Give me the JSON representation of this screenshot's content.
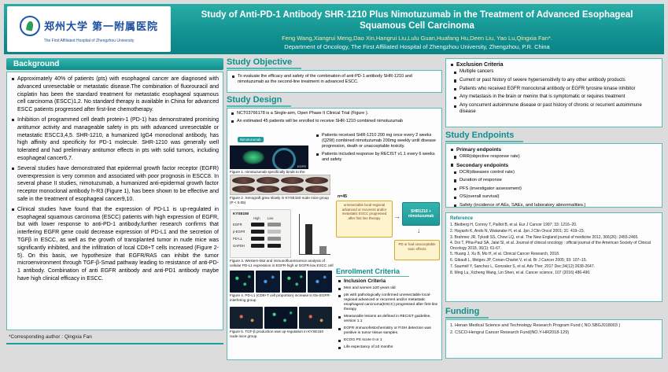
{
  "header": {
    "logo_cn_1": "郑州大学",
    "logo_cn_2": "第一附属医院",
    "logo_en": "The First Affiliated Hospital of Zhengzhou University",
    "title": "Study of Anti-PD-1 Antibody SHR-1210 Plus Nimotuzumab in the Treatment of Advanced Esophageal Squamous Cell Carcinoma",
    "authors": "Feng Wang,Xiangrui Meng,Dao Xin,Hangrui Liu,Lulu Guan,Huafang Hu,Deen Liu, Yao Lu,Qingxia Fan*.",
    "affiliation": "Department of Oncology, The First Affiliated Hospital of Zhengzhou University, Zhengzhou, P.R. China"
  },
  "background": {
    "heading": "Background",
    "bullets": [
      "Approximately 40% of patients (pts) with esophageal cancer are diagnosed with advanced unresectable or metastatic disease.The combination of fluorouracil and cisplatin has been the standard treatment for metastatic esophageal squamous cell carcinoma (ESCC)1,2. No standard therapy is available in China for advanced ESCC patients progressed after first-line chemotherapy.",
      "Inhibition of programmed cell death protein-1 (PD-1) has demonstrated promising antitumor activity and manageable safety in pts with advanced unresectable or metastatic ESCC3,4,5. SHR-1210, a humanized IgG4 monoclonal antibody, has high affinity and specificity for PD-1 molecule. SHR-1210 was generally well tolerated and had preliminary antitumor effects in pts with solid tumors, including esophageal cancer6,7.",
      "Several studies have demonstrated that epidermal growth factor receptor (EGFR) overexpression is very common and associated with poor prognosis in ESCC8. In several phase II studies, nimotuzumab, a humanized anti-epidermal growth factor receptor monoclonal antibody h-R3 (Figure 1), has been shown to be effective and safe in the treatment of esophageal cancer9,10.",
      "Clinical studies have found that the expression of PD-L1 is up-regulated in esophageal squamous carcinoma (ESCC) patients with high expression of EGFR, but with lower response to anti-PD-1 antibody.further research confirms that interfering EGFR gene could decrease expression of PD-L1 and the secretion of TGFβ in ESCC, as well as the growth of transplanted tumor in nude mice was significantly inhibited, and the infiltration of local CD8+T cells increased (Figure 2-5). On this basis, we hypothesize that EGFR/RAS can inhibit the tumor microenvironment through TGF-β-Smad pathway leading to resistance of anti-PD-1 antibody. Combination of anti EGFR antibody and anti-PD1 antibody maybe have high clinical efficacy in ESCC."
    ],
    "footnote": "*Corresponding author : Qingxia Fan"
  },
  "study_objective": {
    "heading": "Study Objective",
    "bullets": [
      "To evaluate the efficacy and safety of the combination of anti-PD-1 antibody SHR-1210 and nimotuzumab as the second-line treatment in advanced ESCC."
    ]
  },
  "study_design": {
    "heading": "Study Design",
    "bullets_top": [
      "NCT03766178 is a Single-arm, Open Phase II Clinical Trial (Figure ).",
      "An estimated 45 patients will be enrolled to receive SHR-1210 combined nimotuzumab"
    ],
    "bullets_side": [
      "Patients received SHR-1210 200 mg once every 2 weeks (Q2W) combined nimotuzumab 200mg weekly until disease progression, death or unacceptable toxicity.",
      "Patients included response by RECIST v1.1 every 6 weeks and safety"
    ],
    "flow": {
      "n_label": "n=45",
      "box1": "unresectable local-regional advanced or recurrent and/or metastatic ESCC progressed after first line therapy",
      "box2": "SHR1210 + nimotuzumab",
      "box3": "PD or had unacceptable toxic effects"
    }
  },
  "figures": {
    "fig1": {
      "label": "Nimotuzumab",
      "target": "EGFR",
      "caption": "Figure 1. nimotuzumab specifically binds to the EGFR"
    },
    "fig2": {
      "caption": "Figure 2. Xenograft grew slowly in KYSE150 nude mice group (P < 0.05)"
    },
    "fig3": {
      "cell_line": "KYSE150",
      "col_labels": [
        "High",
        "Low"
      ],
      "row_labels": [
        "EGFR",
        "p-EGFR",
        "PD-L1",
        "GAPDH"
      ],
      "caption": "Figure 3. Western-blot and immunofluorescence analysis of cellular PD-L1 expression in EGFR-high or EGFR-low ESCC cell"
    },
    "fig4": {
      "caption": "Figure 4. PD-L1 (CD8+T cell proportion) increase in the EGFR-interfering group"
    },
    "fig5": {
      "caption": "Figure 5. TGF-β production was up-regulation in KYSE150 nude mice group."
    }
  },
  "enrollment": {
    "heading": "Enrollment Criteria",
    "subheading": "Inclusion Criteria",
    "bullets": [
      "Men and women ≥20 years old",
      "pts with pathologically confirmed unresectable local-regional advanced or recurrent and/or metastatic esophageal carcinoma(ESCC) progressed after first-line therapy",
      "Measurable lesions as defined in RECIST guideline, version 1.1",
      "EGFR immunohistochemistry or FISH detection was positive in tumor tissue samples.",
      "ECOG PS score 0 or 1",
      "Life expectancy of ≥3 months"
    ]
  },
  "exclusion": {
    "heading": "Exclusion Criteria",
    "bullets": [
      "Multiple cancers",
      "Current or past history of severe hypersensitivity to any other antibody products",
      "Patients who received EGFR monoclonal antibody or EGFR tyrosine kinase inhibitor",
      "Any metastasis in the brain or meninx that is symptomatic or requires treatment",
      "Any concurrent autoimmune disease or past history of chronic or recurrent autoimmune disease"
    ]
  },
  "endpoints": {
    "heading": "Study Endpoints",
    "primary_label": "Primary endpoints",
    "primary": [
      "ORR(objective response rate)"
    ],
    "secondary_label": "Secondary endpoints",
    "secondary": [
      "DCR(diseases control rate)",
      "Duration of response",
      "PFS (investigator assessment)",
      "OS(overall survival)",
      "Safety (incidence of AEs, SAEs, and laboratory abnormalities.)"
    ]
  },
  "references": {
    "heading": "Reference",
    "items": [
      "1. Bleiberg H, Conroy T, Paillot B, et al. Eur J Cancer 1997; 33: 1216–20.",
      "2. Hayashi K, Ando N, Watanabe H, et al. Jpn J Clin Oncol 2001; 31: 419–23.",
      "3. Brahmer JR, Tykodi SS, Chow LQ, et al. The New England journal of medicine 2012, 366(26): 2455-2465.",
      "4. Doi T, Piha-Paul SA, Jalal SI, et al. Journal of clinical oncology : official journal of the American Society of Clinical Oncology 2018, 36(1): 61-67.",
      "5. Huang J, Xu B, Mo H, et al. Clinical Cancer Research, 2018.",
      "6. Gibault L, Metges JP, Conan-Charlet V, et al. Br J Cancer 2005; 93: 107–15.",
      "7. Saumell Y, Sanchez L, Gonzalez S, et al. Adv Ther. 2017 Dec;34(12):2638-2647.",
      "8. Ming Lu, Xicheng Wang, Lin Shen, et al. Cancer science, 107 (2016) 486-490."
    ]
  },
  "funding": {
    "heading": "Funding",
    "items": [
      "1. Henan Medical Science and Technology Research Program Fund ( NO.SBGJ018003 )",
      "2. CSCO-Hengrui Cancer Research Fund(NO.Y-HR2018-129)"
    ]
  }
}
